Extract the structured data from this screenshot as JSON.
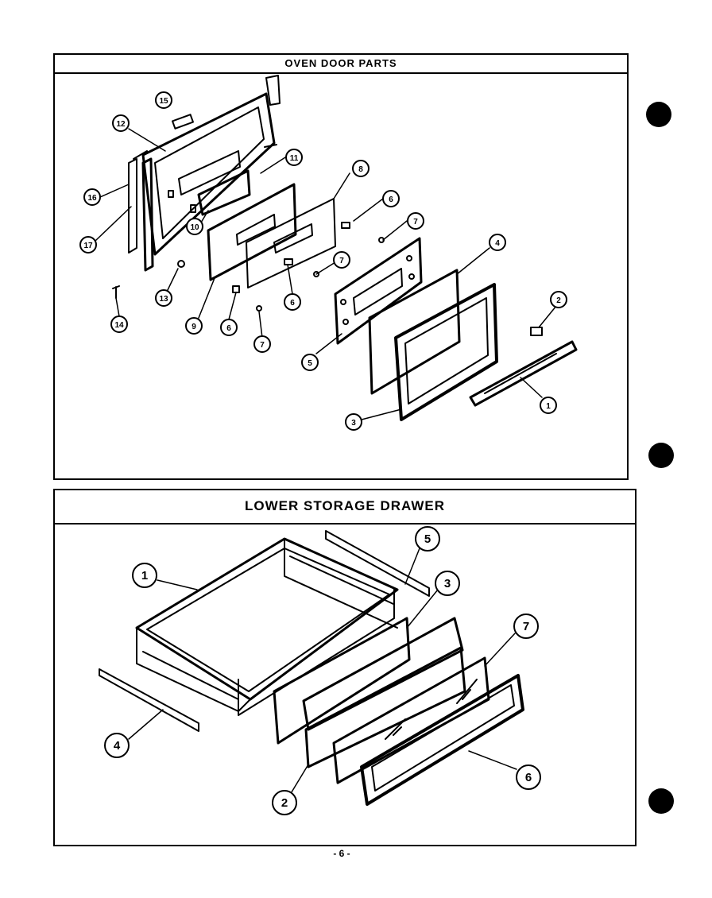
{
  "oven_section": {
    "title": "OVEN DOOR PARTS",
    "callouts": [
      "15",
      "12",
      "16",
      "17",
      "11",
      "8",
      "10",
      "6",
      "7",
      "9",
      "13",
      "14",
      "6",
      "7",
      "7",
      "6",
      "4",
      "5",
      "2",
      "3",
      "1"
    ]
  },
  "drawer_section": {
    "title": "LOWER STORAGE DRAWER",
    "callouts": [
      "1",
      "5",
      "3",
      "7",
      "4",
      "2",
      "6"
    ]
  },
  "page_number": "- 6 -"
}
